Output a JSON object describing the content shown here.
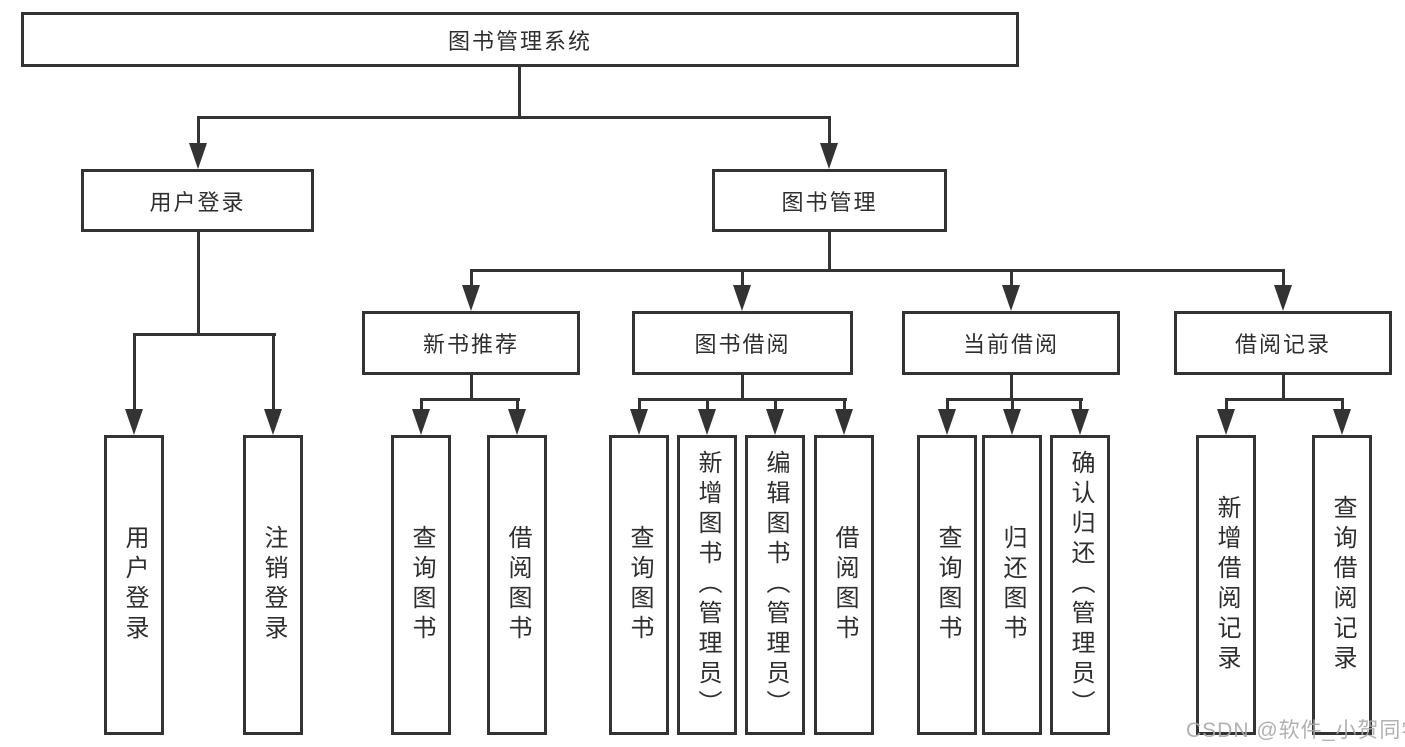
{
  "diagram_title": "图书管理系统",
  "nodes": {
    "root": "图书管理系统",
    "l2": [
      "用户登录",
      "图书管理"
    ],
    "l3": [
      "新书推荐",
      "图书借阅",
      "当前借阅",
      "借阅记录"
    ],
    "leaves": {
      "user_login": [
        "用户登录",
        "注销登录"
      ],
      "new_book": [
        "查询图书",
        "借阅图书"
      ],
      "book_borrow": [
        "查询图书",
        "新增图书（管理员）",
        "编辑图书（管理员）",
        "借阅图书"
      ],
      "current_borrow": [
        "查询图书",
        "归还图书",
        "确认归还（管理员）"
      ],
      "borrow_records": [
        "新增借阅记录",
        "查询借阅记录"
      ]
    }
  },
  "watermark": "CSDN @软件_小贺同学",
  "colors": {
    "line": "#333333",
    "box_border": "#333333",
    "text": "#2e2e2e",
    "watermark": "#a9a9a9",
    "background": "#ffffff"
  }
}
